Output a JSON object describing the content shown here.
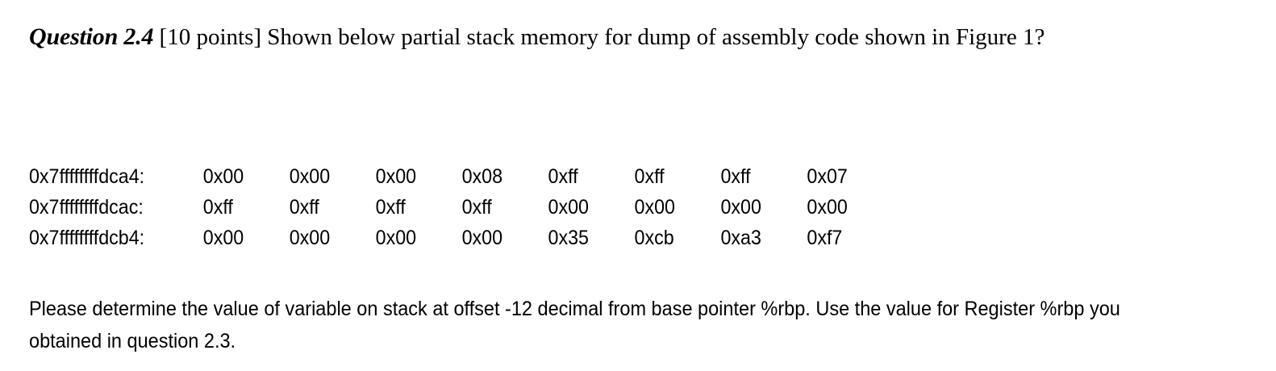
{
  "question": {
    "label": "Question 2.4",
    "body": " [10 points] Shown below partial stack memory for dump of assembly code shown in Figure 1?"
  },
  "memory_dump": {
    "rows": [
      {
        "address": "0x7ffffffffdca4:",
        "bytes": [
          "0x00",
          "0x00",
          "0x00",
          "0x08",
          "0xff",
          "0xff",
          "0xff",
          "0x07"
        ]
      },
      {
        "address": "0x7ffffffffdcac:",
        "bytes": [
          "0xff",
          "0xff",
          "0xff",
          "0xff",
          "0x00",
          "0x00",
          "0x00",
          "0x00"
        ]
      },
      {
        "address": "0x7ffffffffdcb4:",
        "bytes": [
          "0x00",
          "0x00",
          "0x00",
          "0x00",
          "0x35",
          "0xcb",
          "0xa3",
          "0xf7"
        ]
      }
    ]
  },
  "closing": {
    "text": "Please determine the value of variable on stack at offset -12 decimal from base pointer %rbp. Use the value for Register %rbp you obtained in question 2.3."
  },
  "colors": {
    "background": "#ffffff",
    "text": "#000000"
  }
}
